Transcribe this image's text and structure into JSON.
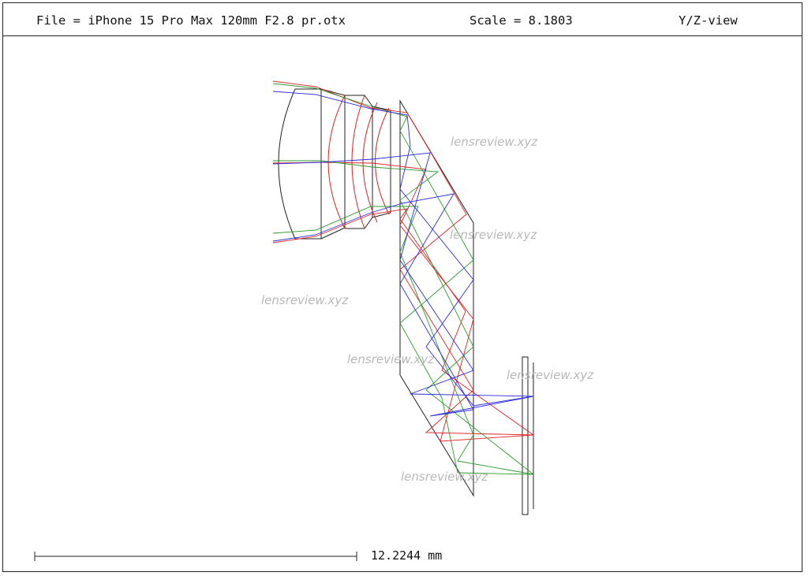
{
  "header": {
    "file": "File = iPhone 15 Pro Max 120mm F2.8 pr.otx",
    "scale": "Scale = 8.1803",
    "view": "Y/Z-view"
  },
  "scale_bar": {
    "label": "12.2244 mm"
  },
  "watermarks": [
    "lensreview.xyz",
    "lensreview.xyz",
    "lensreview.xyz",
    "lensreview.xyz",
    "lensreview.xyz",
    "lensreview.xyz"
  ],
  "colors": {
    "outline": "#222222",
    "ray_red": "#e02020",
    "ray_green": "#2e9a2e",
    "ray_blue": "#2a2ae0",
    "watermark": "#b8b8b8"
  }
}
